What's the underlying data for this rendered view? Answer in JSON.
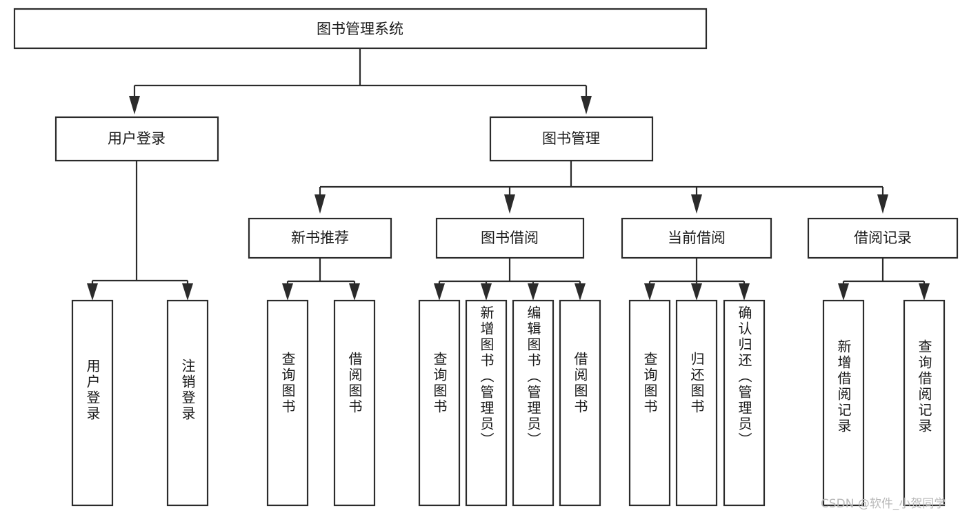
{
  "diagram": {
    "title": "图书管理系统",
    "type": "tree-hierarchy-diagram",
    "root": {
      "id": "root",
      "label": "图书管理系统"
    },
    "level1": [
      {
        "id": "user-login",
        "label": "用户登录"
      },
      {
        "id": "book-manage",
        "label": "图书管理"
      }
    ],
    "level2": [
      {
        "id": "new-book-rec",
        "label": "新书推荐"
      },
      {
        "id": "book-borrow",
        "label": "图书借阅"
      },
      {
        "id": "current-borrow",
        "label": "当前借阅"
      },
      {
        "id": "borrow-record",
        "label": "借阅记录"
      }
    ],
    "leaves": {
      "user-login": [
        {
          "id": "leaf-user-login",
          "label": "用户登录"
        },
        {
          "id": "leaf-logout-login",
          "label": "注销登录"
        }
      ],
      "new-book-rec": [
        {
          "id": "leaf-query-book-1",
          "label": "查询图书"
        },
        {
          "id": "leaf-borrow-book-1",
          "label": "借阅图书"
        }
      ],
      "book-borrow": [
        {
          "id": "leaf-query-book-2",
          "label": "查询图书"
        },
        {
          "id": "leaf-add-book",
          "label": "新增图书（管理员）"
        },
        {
          "id": "leaf-edit-book",
          "label": "编辑图书（管理员）"
        },
        {
          "id": "leaf-borrow-book-2",
          "label": "借阅图书"
        }
      ],
      "current-borrow": [
        {
          "id": "leaf-query-book-3",
          "label": "查询图书"
        },
        {
          "id": "leaf-return-book",
          "label": "归还图书"
        },
        {
          "id": "leaf-confirm-return",
          "label": "确认归还（管理员）"
        }
      ],
      "borrow-record": [
        {
          "id": "leaf-add-record",
          "label": "新增借阅记录"
        },
        {
          "id": "leaf-query-record",
          "label": "查询借阅记录"
        }
      ]
    }
  },
  "watermark": {
    "text": "CSDN @软件_小贺同学"
  },
  "colors": {
    "stroke": "#2b2b2b",
    "fill": "#ffffff",
    "text": "#1a1a1a",
    "watermark": "#b9b9b9"
  }
}
